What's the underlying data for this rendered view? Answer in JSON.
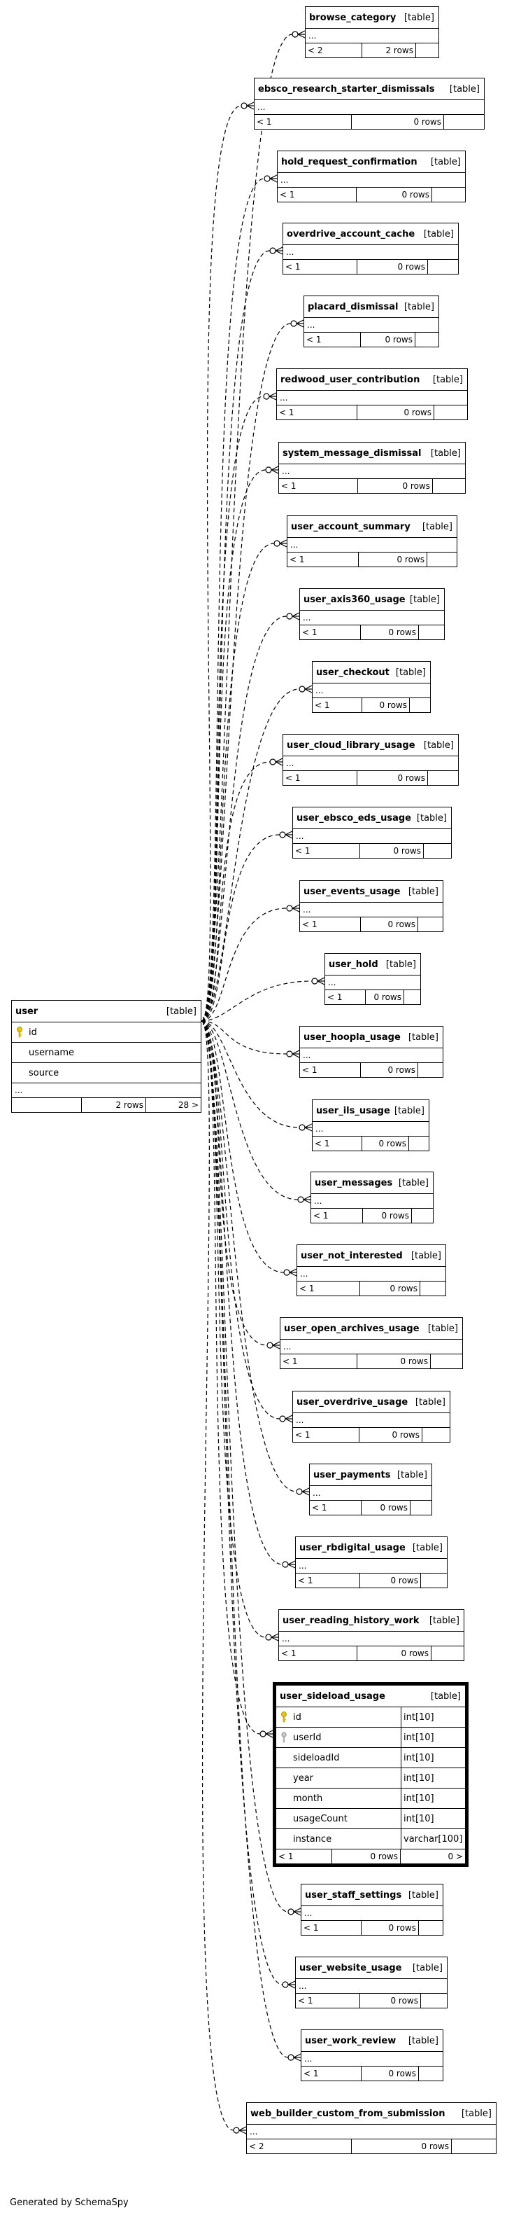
{
  "user_table": {
    "name": "user",
    "type": "[table]",
    "columns": [
      {
        "name": "id",
        "key": "primary-key-icon"
      },
      {
        "name": "username",
        "key": ""
      },
      {
        "name": "source",
        "key": ""
      }
    ],
    "ellipsis": "...",
    "footer": {
      "c1": "",
      "c2": "2 rows",
      "c3": "28 >"
    }
  },
  "tables": [
    {
      "name": "browse_category",
      "type": "[table]",
      "ellipsis": "...",
      "f1": "< 2",
      "f2": "2 rows"
    },
    {
      "name": "ebsco_research_starter_dismissals",
      "type": "[table]",
      "ellipsis": "...",
      "f1": "< 1",
      "f2": "0 rows"
    },
    {
      "name": "hold_request_confirmation",
      "type": "[table]",
      "ellipsis": "...",
      "f1": "< 1",
      "f2": "0 rows"
    },
    {
      "name": "overdrive_account_cache",
      "type": "[table]",
      "ellipsis": "...",
      "f1": "< 1",
      "f2": "0 rows"
    },
    {
      "name": "placard_dismissal",
      "type": "[table]",
      "ellipsis": "...",
      "f1": "< 1",
      "f2": "0 rows"
    },
    {
      "name": "redwood_user_contribution",
      "type": "[table]",
      "ellipsis": "...",
      "f1": "< 1",
      "f2": "0 rows"
    },
    {
      "name": "system_message_dismissal",
      "type": "[table]",
      "ellipsis": "...",
      "f1": "< 1",
      "f2": "0 rows"
    },
    {
      "name": "user_account_summary",
      "type": "[table]",
      "ellipsis": "...",
      "f1": "< 1",
      "f2": "0 rows"
    },
    {
      "name": "user_axis360_usage",
      "type": "[table]",
      "ellipsis": "...",
      "f1": "< 1",
      "f2": "0 rows"
    },
    {
      "name": "user_checkout",
      "type": "[table]",
      "ellipsis": "...",
      "f1": "< 1",
      "f2": "0 rows"
    },
    {
      "name": "user_cloud_library_usage",
      "type": "[table]",
      "ellipsis": "...",
      "f1": "< 1",
      "f2": "0 rows"
    },
    {
      "name": "user_ebsco_eds_usage",
      "type": "[table]",
      "ellipsis": "...",
      "f1": "< 1",
      "f2": "0 rows"
    },
    {
      "name": "user_events_usage",
      "type": "[table]",
      "ellipsis": "...",
      "f1": "< 1",
      "f2": "0 rows"
    },
    {
      "name": "user_hold",
      "type": "[table]",
      "ellipsis": "...",
      "f1": "< 1",
      "f2": "0 rows"
    },
    {
      "name": "user_hoopla_usage",
      "type": "[table]",
      "ellipsis": "...",
      "f1": "< 1",
      "f2": "0 rows"
    },
    {
      "name": "user_ils_usage",
      "type": "[table]",
      "ellipsis": "...",
      "f1": "< 1",
      "f2": "0 rows"
    },
    {
      "name": "user_messages",
      "type": "[table]",
      "ellipsis": "...",
      "f1": "< 1",
      "f2": "0 rows"
    },
    {
      "name": "user_not_interested",
      "type": "[table]",
      "ellipsis": "...",
      "f1": "< 1",
      "f2": "0 rows"
    },
    {
      "name": "user_open_archives_usage",
      "type": "[table]",
      "ellipsis": "...",
      "f1": "< 1",
      "f2": "0 rows"
    },
    {
      "name": "user_overdrive_usage",
      "type": "[table]",
      "ellipsis": "...",
      "f1": "< 1",
      "f2": "0 rows"
    },
    {
      "name": "user_payments",
      "type": "[table]",
      "ellipsis": "...",
      "f1": "< 1",
      "f2": "0 rows"
    },
    {
      "name": "user_rbdigital_usage",
      "type": "[table]",
      "ellipsis": "...",
      "f1": "< 1",
      "f2": "0 rows"
    },
    {
      "name": "user_reading_history_work",
      "type": "[table]",
      "ellipsis": "...",
      "f1": "< 1",
      "f2": "0 rows"
    },
    {
      "name": "user_sideload_usage",
      "type": "[table]",
      "expanded": true,
      "columns": [
        {
          "name": "id",
          "type": "int[10]",
          "key": "primary-key-icon"
        },
        {
          "name": "userId",
          "type": "int[10]",
          "key": "foreign-key-icon"
        },
        {
          "name": "sideloadId",
          "type": "int[10]",
          "key": ""
        },
        {
          "name": "year",
          "type": "int[10]",
          "key": ""
        },
        {
          "name": "month",
          "type": "int[10]",
          "key": ""
        },
        {
          "name": "usageCount",
          "type": "int[10]",
          "key": ""
        },
        {
          "name": "instance",
          "type": "varchar[100]",
          "key": ""
        }
      ],
      "f1": "< 1",
      "f2": "0 rows",
      "f3": "0 >"
    },
    {
      "name": "user_staff_settings",
      "type": "[table]",
      "ellipsis": "...",
      "f1": "< 1",
      "f2": "0 rows"
    },
    {
      "name": "user_website_usage",
      "type": "[table]",
      "ellipsis": "...",
      "f1": "< 1",
      "f2": "0 rows"
    },
    {
      "name": "user_work_review",
      "type": "[table]",
      "ellipsis": "...",
      "f1": "< 1",
      "f2": "0 rows"
    },
    {
      "name": "web_builder_custom_from_submission",
      "type": "[table]",
      "ellipsis": "...",
      "f1": "< 2",
      "f2": "0 rows"
    }
  ],
  "footer_text": "Generated by SchemaSpy"
}
